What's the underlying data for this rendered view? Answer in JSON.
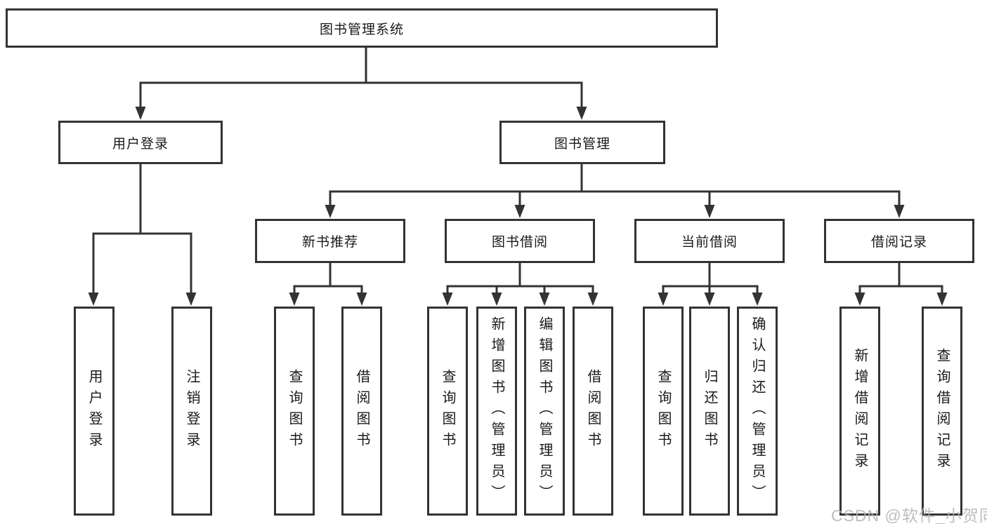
{
  "diagram_title": "图书管理系统",
  "colors": {
    "line": "#333333",
    "box_border": "#333333",
    "text": "#1a1a1a",
    "background": "#ffffff",
    "watermark": "#b3b3b3"
  },
  "tree": {
    "label": "图书管理系统",
    "children": [
      {
        "label": "用户登录",
        "children": [
          {
            "label": "用户登录"
          },
          {
            "label": "注销登录"
          }
        ]
      },
      {
        "label": "图书管理",
        "children": [
          {
            "label": "新书推荐",
            "children": [
              {
                "label": "查询图书"
              },
              {
                "label": "借阅图书"
              }
            ]
          },
          {
            "label": "图书借阅",
            "children": [
              {
                "label": "查询图书"
              },
              {
                "label": "新增图书（管理员）"
              },
              {
                "label": "编辑图书（管理员）"
              },
              {
                "label": "借阅图书"
              }
            ]
          },
          {
            "label": "当前借阅",
            "children": [
              {
                "label": "查询图书"
              },
              {
                "label": "归还图书"
              },
              {
                "label": "确认归还（管理员）"
              }
            ]
          },
          {
            "label": "借阅记录",
            "children": [
              {
                "label": "新增借阅记录"
              },
              {
                "label": "查询借阅记录"
              }
            ]
          }
        ]
      }
    ]
  },
  "watermark": {
    "text": "CSDN @软件_小贺同学"
  }
}
